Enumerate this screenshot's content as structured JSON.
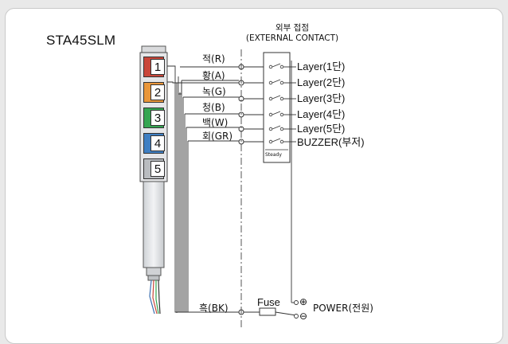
{
  "title": "STA45SLM",
  "header": {
    "line1": "외부 접점",
    "line2": "(EXTERNAL CONTACT)"
  },
  "tiers": [
    "1",
    "2",
    "3",
    "4",
    "5"
  ],
  "tier_colors": [
    "#c9463a",
    "#e9963a",
    "#35a552",
    "#3f7fc3",
    "#b9bcc0"
  ],
  "wires": [
    "적(R)",
    "황(A)",
    "녹(G)",
    "청(B)",
    "백(W)",
    "회(GR)"
  ],
  "outputs": [
    "Layer(1단)",
    "Layer(2단)",
    "Layer(3단)",
    "Layer(4단)",
    "Layer(5단)",
    "BUZZER(부저)"
  ],
  "steady": "Steady",
  "common_wire": "흑(BK)",
  "fuse": "Fuse",
  "plus_sym": "⊕",
  "minus_sym": "⊖",
  "power": "POWER(전원)"
}
